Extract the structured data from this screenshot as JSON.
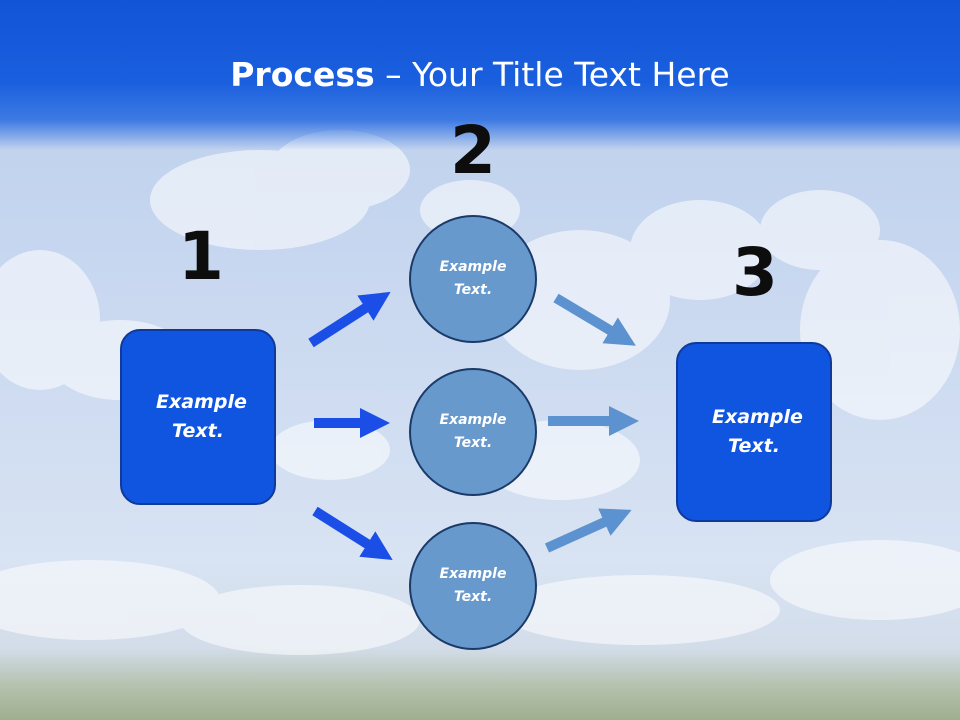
{
  "title": {
    "bold": "Process",
    "rest": " – Your Title Text Here"
  },
  "steps": {
    "one": "1",
    "two": "2",
    "three": "3"
  },
  "nodes": {
    "start": "Example Text.",
    "mid_top": "Example Text.",
    "mid_center": "Example Text.",
    "mid_bottom": "Example Text.",
    "end": "Example Text."
  },
  "colors": {
    "title_band": "#1255d8",
    "box": "#0f55e0",
    "circle": "#6799cd",
    "arrow_left": "#1a4ee6",
    "arrow_right": "#5b92cf"
  }
}
